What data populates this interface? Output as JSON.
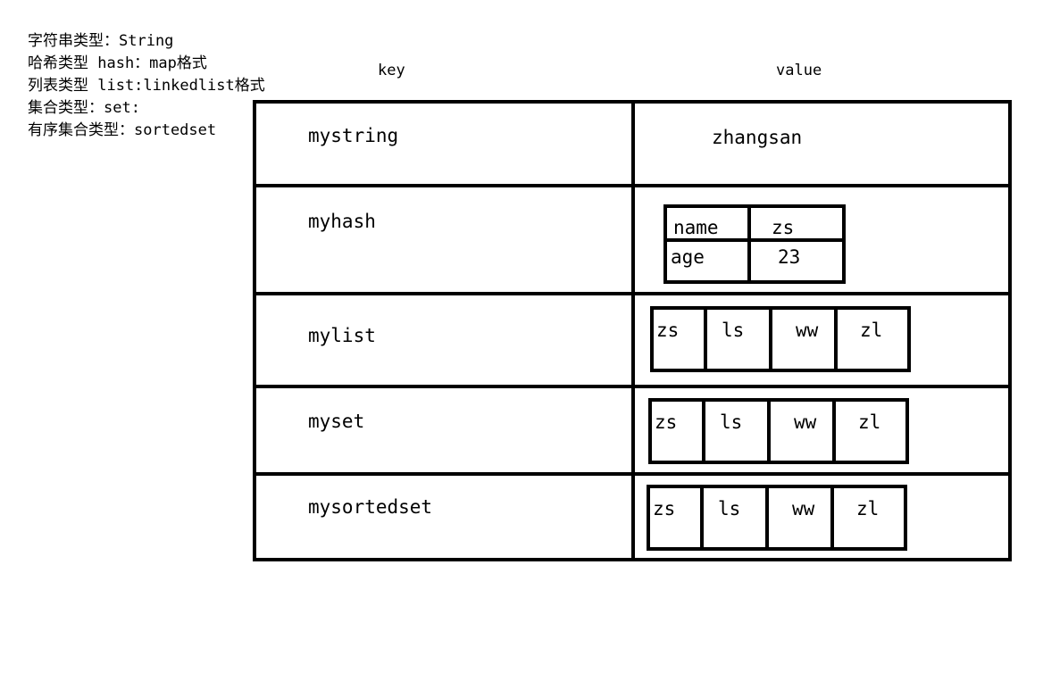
{
  "legend": [
    "字符串类型：String",
    "哈希类型 hash：map格式",
    "列表类型 list:linkedlist格式",
    "集合类型：set:",
    "有序集合类型：sortedset"
  ],
  "headers": {
    "key": "key",
    "value": "value"
  },
  "rows": {
    "string": {
      "key": "mystring",
      "value": "zhangsan"
    },
    "hash": {
      "key": "myhash",
      "fields": [
        {
          "field": "name",
          "value": "zs"
        },
        {
          "field": "age",
          "value": "23"
        }
      ]
    },
    "list": {
      "key": "mylist",
      "items": [
        "zs",
        "ls",
        "ww",
        "zl"
      ]
    },
    "set": {
      "key": "myset",
      "items": [
        "zs",
        "ls",
        "ww",
        "zl"
      ]
    },
    "sortedset": {
      "key": "mysortedset",
      "items": [
        "zs",
        "ls",
        "ww",
        "zl"
      ]
    }
  }
}
